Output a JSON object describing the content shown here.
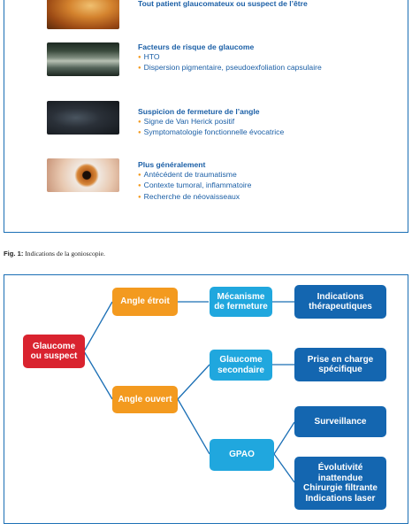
{
  "indications": {
    "item0": {
      "title": "Tout patient glaucomateux ou suspect de l’être"
    },
    "item1": {
      "title": "Facteurs de risque de glaucome",
      "points": [
        "HTO",
        "Dispersion pigmentaire, pseudoexfoliation capsulaire"
      ]
    },
    "item2": {
      "title": "Suspicion de fermeture de l’angle",
      "points": [
        "Signe de Van Herick positif",
        "Symptomatologie fonctionnelle évocatrice"
      ]
    },
    "item3": {
      "title": "Plus généralement",
      "points": [
        "Antécédent de traumatisme",
        "Contexte tumoral, inflammatoire",
        "Recherche de néovaisseaux"
      ]
    }
  },
  "caption": {
    "label": "Fig. 1:",
    "text": "Indications de la gonioscopie."
  },
  "flowchart": {
    "root": "Glaucome ou suspect",
    "narrow": "Angle étroit",
    "open": "Angle ouvert",
    "closure": "Mécanisme de fermeture",
    "secondary": "Glaucome secondaire",
    "gpao": "GPAO",
    "therapeutic": "Indications thérapeutiques",
    "specific": "Prise en charge spécifique",
    "surveillance": "Surveillance",
    "unexpected": "Évolutivité inattendue Chirurgie filtrante Indications laser"
  },
  "colors": {
    "accent_blue": "#1b6fb5",
    "bullet_orange": "#f39a1f",
    "root_red": "#d9232f"
  }
}
